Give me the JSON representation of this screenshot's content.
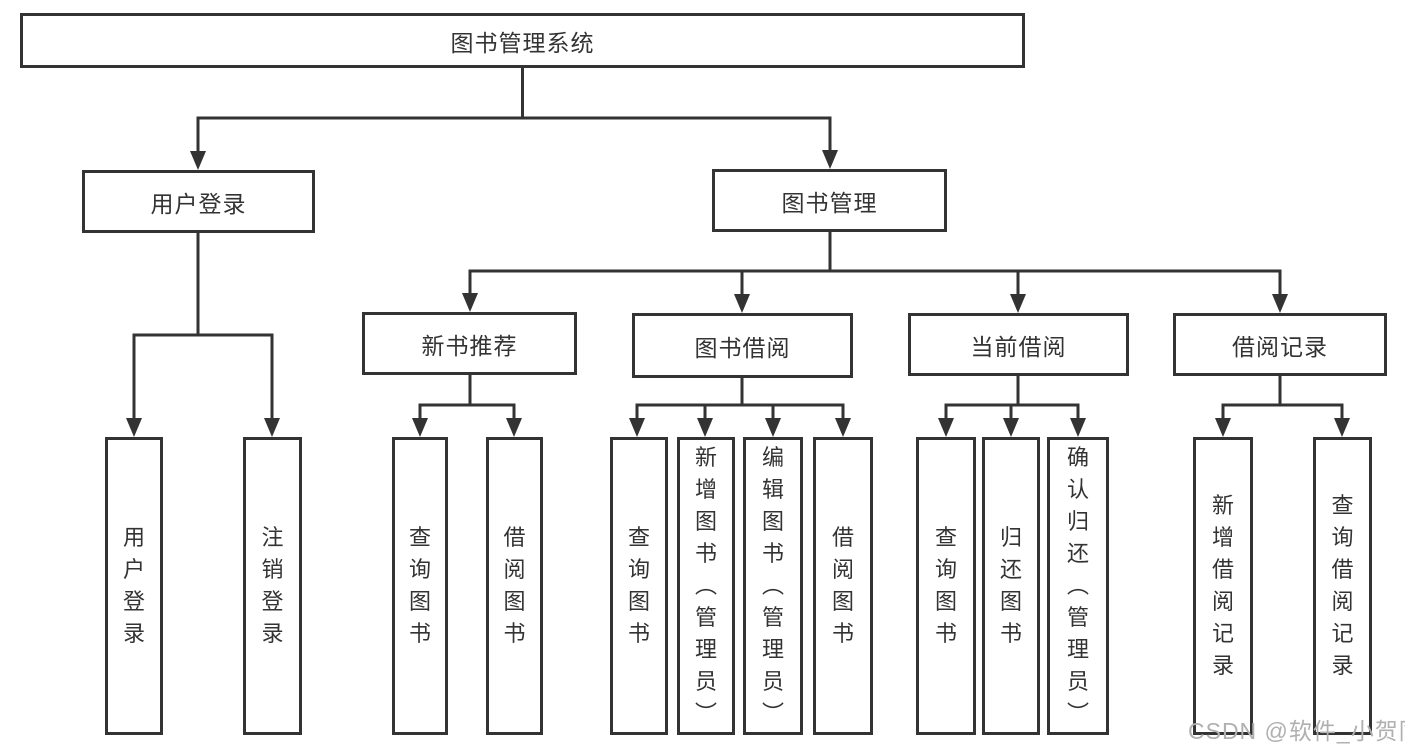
{
  "tree": {
    "root": "图书管理系统",
    "branches": [
      {
        "label": "用户登录",
        "children": [
          "用户登录",
          "注销登录"
        ]
      },
      {
        "label": "图书管理",
        "sections": [
          {
            "label": "新书推荐",
            "children": [
              "查询图书",
              "借阅图书"
            ]
          },
          {
            "label": "图书借阅",
            "children": [
              "查询图书",
              "新增图书（管理员）",
              "编辑图书（管理员）",
              "借阅图书"
            ]
          },
          {
            "label": "当前借阅",
            "children": [
              "查询图书",
              "归还图书",
              "确认归还（管理员）"
            ]
          },
          {
            "label": "借阅记录",
            "children": [
              "新增借阅记录",
              "查询借阅记录"
            ]
          }
        ]
      }
    ]
  },
  "watermark": "CSDN @软件_小贺同学",
  "colors": {
    "line": "#333333",
    "text": "#333333",
    "background": "#ffffff",
    "watermark": "#b0b0b0"
  }
}
